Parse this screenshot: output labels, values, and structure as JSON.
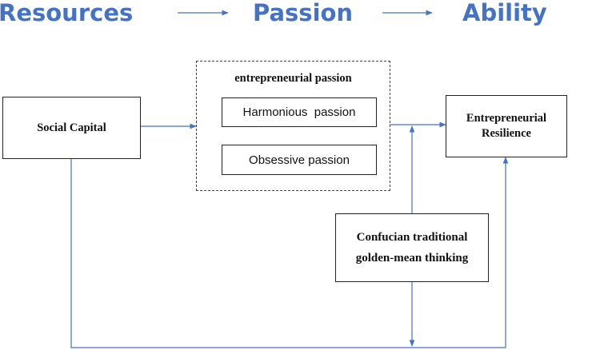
{
  "header": {
    "stages": [
      "Resources",
      "Passion",
      "Ability"
    ]
  },
  "nodes": {
    "social_capital": "Social Capital",
    "passion_group": "entrepreneurial passion",
    "harmonious": "Harmonious  passion",
    "obsessive": "Obsessive passion",
    "resilience_line1": "Entrepreneurial",
    "resilience_line2": "Resilience",
    "confucian_line1": "Confucian traditional",
    "confucian_line2": "golden-mean thinking"
  },
  "colors": {
    "header": "#4472c4",
    "arrow": "#4472c4",
    "border": "#222222"
  }
}
